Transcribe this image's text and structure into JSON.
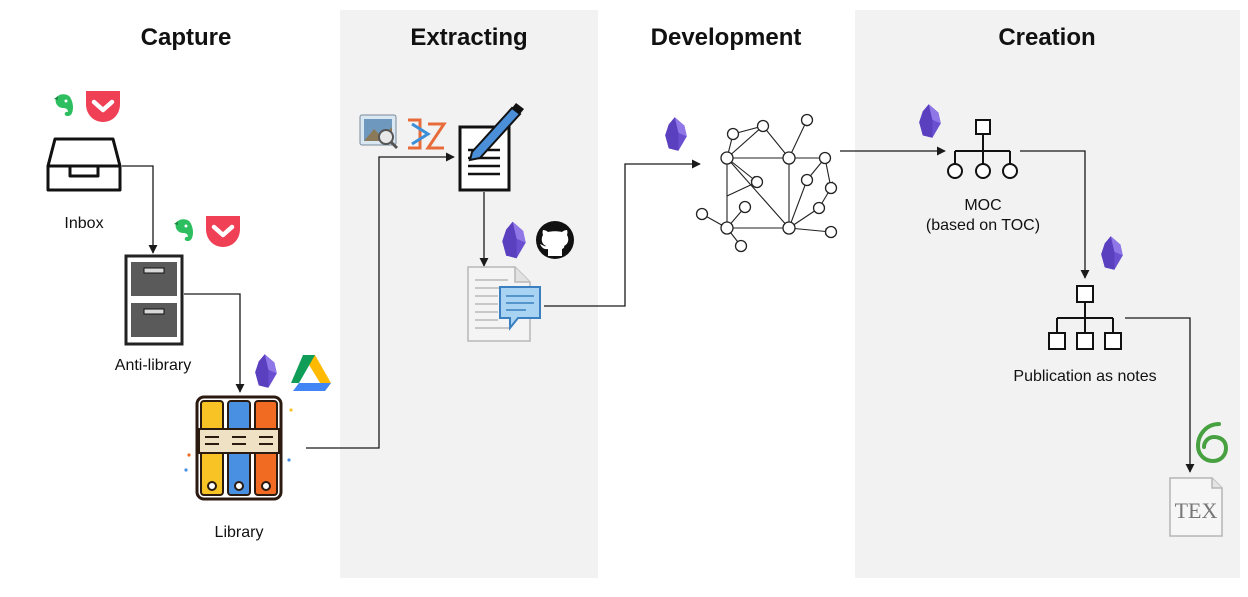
{
  "colors": {
    "lane_background": "#f2f2f2",
    "obsidian_purple": "#6a4fd1",
    "evernote_green": "#2dbe60",
    "pocket_red": "#ef4056",
    "overleaf_green": "#47a141"
  },
  "lanes": [
    {
      "title": "Capture"
    },
    {
      "title": "Extracting"
    },
    {
      "title": "Development"
    },
    {
      "title": "Creation"
    }
  ],
  "nodes": {
    "inbox": {
      "label": "Inbox",
      "icon": "inbox-tray-icon",
      "tools": [
        "evernote-icon",
        "pocket-icon"
      ]
    },
    "anti_library": {
      "label": "Anti-library",
      "icon": "filing-cabinet-icon",
      "tools": [
        "evernote-icon",
        "pocket-icon"
      ]
    },
    "library": {
      "label": "Library",
      "icon": "bookshelf-icon",
      "tools": [
        "obsidian-icon",
        "google-drive-icon"
      ]
    },
    "extract_doc": {
      "icon": "document-pen-icon",
      "tools": [
        "image-viewer-icon",
        "zotero-icon"
      ]
    },
    "annotated_doc": {
      "icon": "annotated-document-icon",
      "tools": [
        "obsidian-icon",
        "github-icon"
      ]
    },
    "graph": {
      "icon": "knowledge-graph-icon",
      "tools": [
        "obsidian-icon"
      ]
    },
    "moc": {
      "label_line1": "MOC",
      "label_line2": "(based on TOC)",
      "icon": "hierarchy-tree-icon",
      "tools": [
        "obsidian-icon"
      ]
    },
    "publication": {
      "label": "Publication as notes",
      "icon": "hierarchy-tree-icon",
      "tools": [
        "obsidian-icon"
      ]
    },
    "tex": {
      "icon": "tex-document-icon",
      "icon_text": "TEX",
      "tools": [
        "overleaf-icon"
      ]
    }
  }
}
